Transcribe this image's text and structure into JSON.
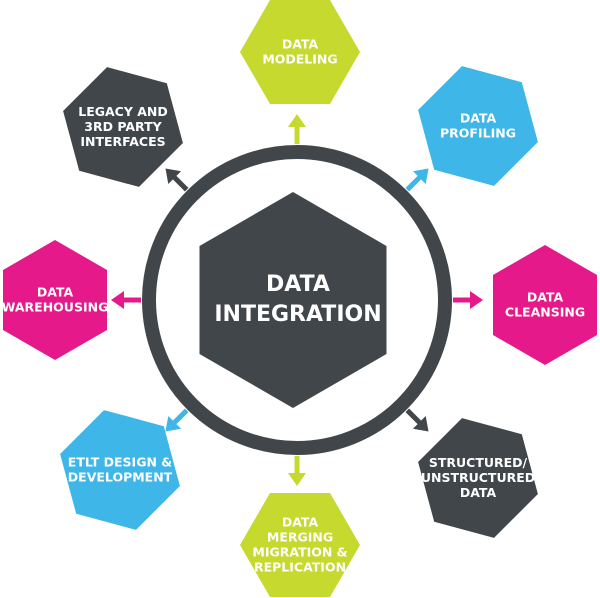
{
  "colors": {
    "lime": "#c6d92e",
    "blue": "#3fb6e8",
    "magenta": "#e6198b",
    "dark": "#41464b"
  },
  "center": {
    "lines": [
      "DATA",
      "INTEGRATION"
    ]
  },
  "nodes": [
    {
      "id": "data-modeling",
      "lines": [
        "DATA",
        "MODELING"
      ],
      "color": "lime"
    },
    {
      "id": "data-profiling",
      "lines": [
        "DATA",
        "PROFILING"
      ],
      "color": "blue"
    },
    {
      "id": "data-cleansing",
      "lines": [
        "DATA",
        "CLEANSING"
      ],
      "color": "magenta"
    },
    {
      "id": "structured-unstructured-data",
      "lines": [
        "STRUCTURED/",
        "UNSTRUCTURED",
        "DATA"
      ],
      "color": "dark"
    },
    {
      "id": "data-merging",
      "lines": [
        "DATA",
        "MERGING",
        "MIGRATION &",
        "REPLICATION"
      ],
      "color": "lime"
    },
    {
      "id": "etlt-design",
      "lines": [
        "ETLT DESIGN &",
        "DEVELOPMENT"
      ],
      "color": "blue"
    },
    {
      "id": "data-warehousing",
      "lines": [
        "DATA",
        "WAREHOUSING"
      ],
      "color": "magenta"
    },
    {
      "id": "legacy-interfaces",
      "lines": [
        "LEGACY AND",
        "3RD PARTY",
        "INTERFACES"
      ],
      "color": "dark"
    }
  ]
}
